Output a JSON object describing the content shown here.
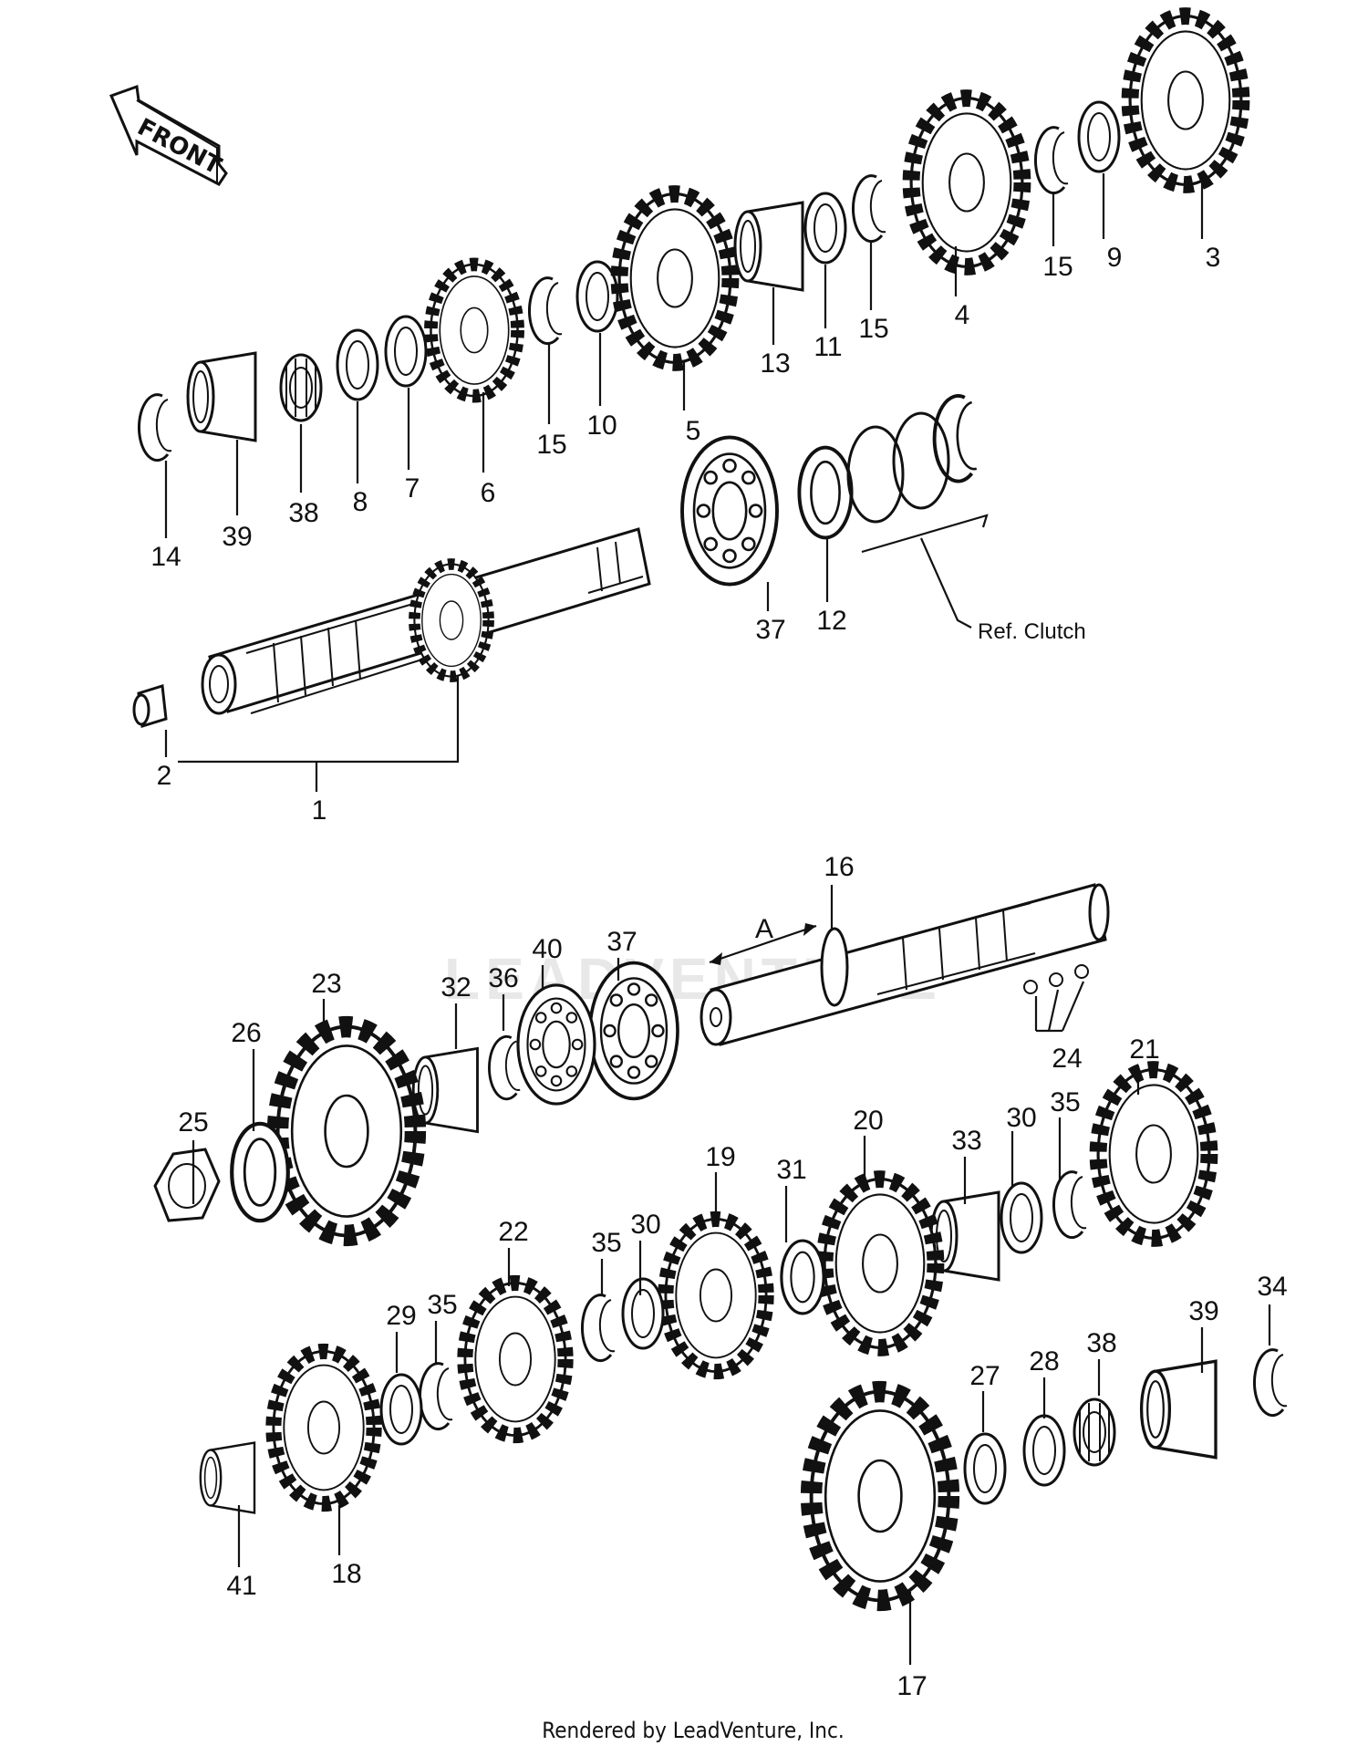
{
  "direction_label": "FRONT",
  "reference_note": "Ref. Clutch",
  "dimension_label": "A",
  "footer": "Rendered by LeadVenture, Inc.",
  "watermark": "LEADVENTURE",
  "callouts": {
    "c1": "1",
    "c2": "2",
    "c3": "3",
    "c4": "4",
    "c5": "5",
    "c6": "6",
    "c7": "7",
    "c8": "8",
    "c9": "9",
    "c10": "10",
    "c11": "11",
    "c12": "12",
    "c13": "13",
    "c14": "14",
    "c15a": "15",
    "c15b": "15",
    "c15c": "15",
    "c16": "16",
    "c17": "17",
    "c18": "18",
    "c19": "19",
    "c20": "20",
    "c21": "21",
    "c22": "22",
    "c23": "23",
    "c24": "24",
    "c25": "25",
    "c26": "26",
    "c27": "27",
    "c28": "28",
    "c29": "29",
    "c30a": "30",
    "c30b": "30",
    "c31": "31",
    "c32": "32",
    "c33": "33",
    "c34": "34",
    "c35a": "35",
    "c35b": "35",
    "c35c": "35",
    "c36": "36",
    "c37a": "37",
    "c37b": "37",
    "c38a": "38",
    "c38b": "38",
    "c39a": "39",
    "c39b": "39",
    "c40": "40",
    "c41": "41"
  }
}
